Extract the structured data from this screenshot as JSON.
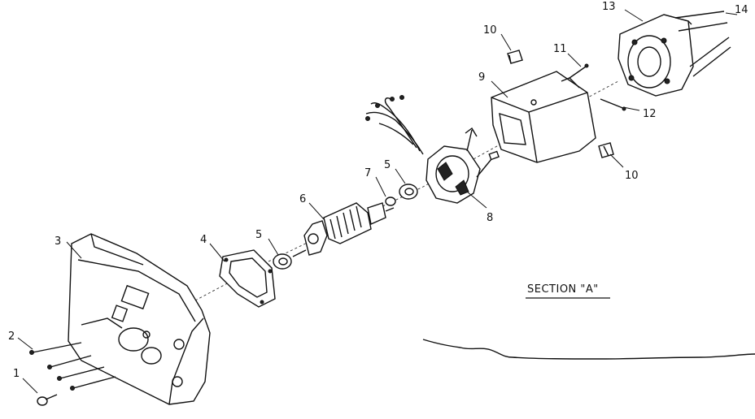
{
  "section_title": "SECTION \"A\"",
  "callouts": {
    "c1": "1",
    "c2": "2",
    "c3": "3",
    "c4": "4",
    "c5a": "5",
    "c5b": "5",
    "c6": "6",
    "c7": "7",
    "c8": "8",
    "c9": "9",
    "c10a": "10",
    "c10b": "10",
    "c11": "11",
    "c12": "12",
    "c13": "13",
    "c14": "14"
  }
}
